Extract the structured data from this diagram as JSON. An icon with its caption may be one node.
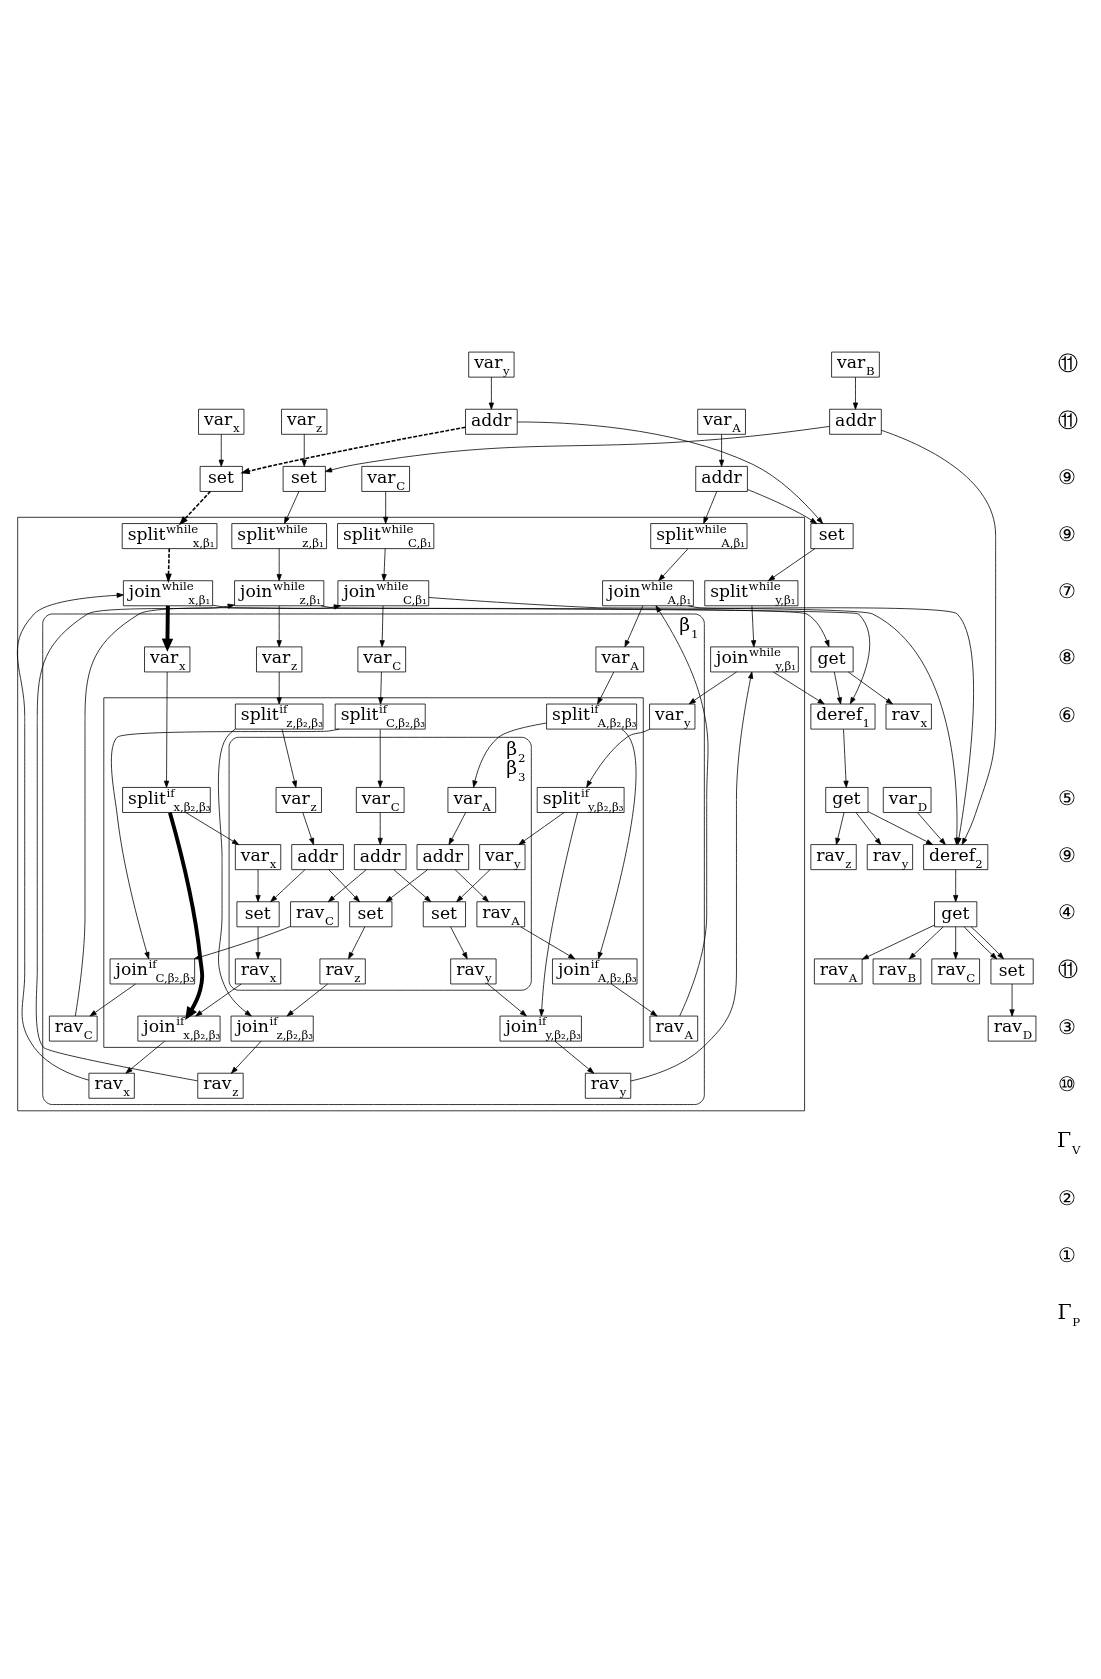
{
  "diagram": {
    "nodes": [
      {
        "text": [
          "var$_{x}$"
        ]
      },
      {
        "text": [
          "var$_{y}$"
        ]
      },
      {
        "text": [
          "var$_{z}$"
        ]
      },
      {
        "text": [
          "var$_{A}$"
        ]
      },
      {
        "text": [
          "var$_{B}$"
        ]
      },
      {
        "text": [
          "var$_{C}$"
        ]
      },
      {
        "text": [
          "var$_{D}$"
        ]
      },
      {
        "text": [
          "set"
        ]
      },
      {
        "text": [
          "addr"
        ]
      },
      {
        "text": [
          "set"
        ]
      },
      {
        "text": [
          "set"
        ]
      },
      {
        "text": [
          "addr"
        ]
      },
      {
        "text": [
          "addr"
        ]
      },
      {
        "text": [],
        "shape": "box"
      },
      {
        "text": [
          "split$^{while}$$_{x,β₁}$"
        ],
        "in": 13
      },
      {
        "text": [
          "split$^{while}$$_{y,β₁}$"
        ],
        "in": 13
      },
      {
        "text": [
          "split$^{while}$$_{z,β₁}$"
        ],
        "in": 13
      },
      {
        "text": [
          "split$^{while}$$_{A,β₁}$"
        ],
        "in": 13
      },
      {
        "text": [
          "split$^{while}$$_{C,β₁}$"
        ],
        "in": 13
      },
      {
        "text": [
          "β$_{1}$"
        ],
        "in": 13
      },
      {
        "text": [
          "var$_{x}$"
        ],
        "in": 19
      },
      {
        "text": [
          "var$_{y}$"
        ],
        "in": 19
      },
      {
        "text": [
          "var$_{z}$"
        ],
        "in": 19
      },
      {
        "text": [
          "var$_{A}$"
        ],
        "in": 19
      },
      {
        "text": [
          "var$_{C}$"
        ],
        "in": 19
      },
      {
        "text": [],
        "shape": "box",
        "in": 19
      },
      {
        "text": [
          "split$^{if}$$_{x,β₂,β₃}$"
        ],
        "in": 25
      },
      {
        "text": [
          "split$^{if}$$_{y,β₂,β₃}$"
        ],
        "in": 25
      },
      {
        "text": [
          "split$^{if}$$_{z,β₂,β₃}$"
        ],
        "in": 25
      },
      {
        "text": [
          "split$^{if}$$_{A,β₂,β₃}$"
        ],
        "in": 25
      },
      {
        "text": [
          "split$^{if}$$_{C,β₂,β₃}$"
        ],
        "in": 25
      },
      {
        "text": [
          "β$_{2}$",
          "β$_{3}$"
        ],
        "in": 25
      },
      {
        "text": [
          "var$_{x}$"
        ],
        "in": 31
      },
      {
        "text": [
          "var$_{y}$"
        ],
        "in": 31
      },
      {
        "text": [
          "var$_{z}$"
        ],
        "in": 31
      },
      {
        "text": [
          "var$_{A}$"
        ],
        "in": 31
      },
      {
        "text": [
          "var$_{C}$"
        ],
        "in": 31
      },
      {
        "text": [
          "set"
        ],
        "in": 31
      },
      {
        "text": [
          "addr"
        ],
        "in": 31
      },
      {
        "text": [
          "set"
        ],
        "in": 31
      },
      {
        "text": [
          "set"
        ],
        "in": 31
      },
      {
        "text": [
          "addr"
        ],
        "in": 31
      },
      {
        "text": [
          "addr"
        ],
        "in": 31
      },
      {
        "text": [
          "rav$_{x}$"
        ],
        "in": 31
      },
      {
        "text": [
          "rav$_{y}$"
        ],
        "in": 31
      },
      {
        "text": [
          "rav$_{z}$"
        ],
        "in": 31
      },
      {
        "text": [
          "rav$_{A}$"
        ],
        "in": 31
      },
      {
        "text": [
          "rav$_{C}$"
        ],
        "in": 31
      },
      {
        "text": [
          "join$^{if}$$_{x,β₂,β₃}$"
        ],
        "in": 25
      },
      {
        "text": [
          "join$^{if}$$_{y,β₂,β₃}$"
        ],
        "in": 25
      },
      {
        "text": [
          "join$^{if}$$_{z,β₂,β₃}$"
        ],
        "in": 25
      },
      {
        "text": [
          "join$^{if}$$_{A,β₂,β₃}$"
        ],
        "in": 25
      },
      {
        "text": [
          "join$^{if}$$_{C,β₂,β₃}$"
        ],
        "in": 25
      },
      {
        "text": [
          "rav$_{x}$"
        ],
        "in": 19
      },
      {
        "text": [
          "rav$_{y}$"
        ],
        "in": 19
      },
      {
        "text": [
          "rav$_{z}$"
        ],
        "in": 19
      },
      {
        "text": [
          "rav$_{A}$"
        ],
        "in": 19
      },
      {
        "text": [
          "rav$_{C}$"
        ],
        "in": 19
      },
      {
        "text": [
          "join$^{while}$$_{x,β₁}$"
        ],
        "in": 13
      },
      {
        "text": [
          "join$^{while}$$_{y,β₁}$"
        ],
        "in": 13
      },
      {
        "text": [
          "join$^{while}$$_{z,β₁}$"
        ],
        "in": 13
      },
      {
        "text": [
          "join$^{while}$$_{A,β₁}$"
        ],
        "in": 13
      },
      {
        "text": [
          "join$^{while}$$_{C,β₁}$"
        ],
        "in": 13
      },
      {
        "text": [
          "get"
        ]
      },
      {
        "text": [
          "deref$_{1}$"
        ]
      },
      {
        "text": [
          "get"
        ]
      },
      {
        "text": [
          "deref$_{2}$"
        ]
      },
      {
        "text": [
          "get"
        ]
      },
      {
        "text": [
          "set"
        ]
      },
      {
        "text": [
          "rav$_{x}$"
        ]
      },
      {
        "text": [
          "rav$_{y}$"
        ]
      },
      {
        "text": [
          "rav$_{z}$"
        ]
      },
      {
        "text": [
          "rav$_{A}$"
        ]
      },
      {
        "text": [
          "rav$_{B}$"
        ]
      },
      {
        "text": [
          "rav$_{C}$"
        ]
      },
      {
        "text": [
          "rav$_{D}$"
        ]
      }
    ],
    "edges": [
      {
        "from": 0,
        "to": 7,
        "arrow": "to"
      },
      {
        "from": 1,
        "to": 8,
        "arrow": "to"
      },
      {
        "from": 8,
        "to": 7,
        "arrow": "to",
        "style": "dashed"
      },
      {
        "from": 2,
        "to": 10,
        "arrow": "to"
      },
      {
        "from": 3,
        "to": 11,
        "arrow": "to"
      },
      {
        "from": 4,
        "to": 12,
        "arrow": "to"
      },
      {
        "from": 8,
        "to": 9,
        "arrow": "to"
      },
      {
        "from": 11,
        "to": 9,
        "arrow": "to"
      },
      {
        "from": 12,
        "to": 10,
        "arrow": "to"
      },
      {
        "from": 5,
        "to": 18,
        "arrow": "to"
      },
      {
        "from": 6,
        "to": 66,
        "arrow": "to"
      },
      {
        "from": 7,
        "to": 14,
        "arrow": "to",
        "style": "dashed"
      },
      {
        "from": 9,
        "to": 15,
        "arrow": "to"
      },
      {
        "from": 10,
        "to": 16,
        "arrow": "to"
      },
      {
        "from": 11,
        "to": 17,
        "arrow": "to"
      },
      {
        "from": 12,
        "to": 66,
        "arrow": "to"
      },
      {
        "from": 14,
        "to": 58,
        "arrow": "to",
        "style": "dashed"
      },
      {
        "from": 15,
        "to": 59,
        "arrow": "to"
      },
      {
        "from": 16,
        "to": 60,
        "arrow": "to"
      },
      {
        "from": 17,
        "to": 61,
        "arrow": "to"
      },
      {
        "from": 18,
        "to": 62,
        "arrow": "to"
      },
      {
        "from": 58,
        "to": 20,
        "arrow": "to",
        "style": "thick"
      },
      {
        "from": 59,
        "to": 21,
        "arrow": "to"
      },
      {
        "from": 60,
        "to": 22,
        "arrow": "to"
      },
      {
        "from": 61,
        "to": 23,
        "arrow": "to"
      },
      {
        "from": 62,
        "to": 24,
        "arrow": "to"
      },
      {
        "from": 20,
        "to": 26,
        "arrow": "to"
      },
      {
        "from": 21,
        "to": 27,
        "arrow": "to"
      },
      {
        "from": 22,
        "to": 28,
        "arrow": "to"
      },
      {
        "from": 23,
        "to": 29,
        "arrow": "to"
      },
      {
        "from": 24,
        "to": 30,
        "arrow": "to"
      },
      {
        "from": 26,
        "to": 32,
        "arrow": "to"
      },
      {
        "from": 27,
        "to": 33,
        "arrow": "to"
      },
      {
        "from": 28,
        "to": 34,
        "arrow": "to"
      },
      {
        "from": 29,
        "to": 35,
        "arrow": "to"
      },
      {
        "from": 30,
        "to": 36,
        "arrow": "to"
      },
      {
        "from": 26,
        "to": 48,
        "arrow": "to",
        "style": "thick"
      },
      {
        "from": 27,
        "to": 49,
        "arrow": "to"
      },
      {
        "from": 28,
        "to": 50,
        "arrow": "to"
      },
      {
        "from": 29,
        "to": 51,
        "arrow": "to"
      },
      {
        "from": 30,
        "to": 52,
        "arrow": "to"
      },
      {
        "from": 32,
        "to": 37,
        "arrow": "to"
      },
      {
        "from": 34,
        "to": 38,
        "arrow": "to"
      },
      {
        "from": 38,
        "to": 37,
        "arrow": "to"
      },
      {
        "from": 38,
        "to": 40,
        "arrow": "to"
      },
      {
        "from": 33,
        "to": 39,
        "arrow": "to"
      },
      {
        "from": 35,
        "to": 41,
        "arrow": "to"
      },
      {
        "from": 36,
        "to": 42,
        "arrow": "to"
      },
      {
        "from": 41,
        "to": 40,
        "arrow": "to"
      },
      {
        "from": 42,
        "to": 39,
        "arrow": "to"
      },
      {
        "from": 37,
        "to": 43,
        "arrow": "to"
      },
      {
        "from": 39,
        "to": 44,
        "arrow": "to"
      },
      {
        "from": 40,
        "to": 45,
        "arrow": "to"
      },
      {
        "from": 41,
        "to": 46,
        "arrow": "to"
      },
      {
        "from": 42,
        "to": 47,
        "arrow": "to"
      },
      {
        "from": 43,
        "to": 48,
        "arrow": "to"
      },
      {
        "from": 44,
        "to": 49,
        "arrow": "to"
      },
      {
        "from": 45,
        "to": 50,
        "arrow": "to"
      },
      {
        "from": 46,
        "to": 51,
        "arrow": "to"
      },
      {
        "from": 47,
        "to": 52,
        "arrow": "to"
      },
      {
        "from": 48,
        "to": 53,
        "arrow": "to"
      },
      {
        "from": 49,
        "to": 54,
        "arrow": "to"
      },
      {
        "from": 50,
        "to": 55,
        "arrow": "to"
      },
      {
        "from": 51,
        "to": 56,
        "arrow": "to"
      },
      {
        "from": 52,
        "to": 57,
        "arrow": "to"
      },
      {
        "from": 53,
        "to": 58,
        "arrow": "to"
      },
      {
        "from": 54,
        "to": 59,
        "arrow": "to"
      },
      {
        "from": 55,
        "to": 60,
        "arrow": "to"
      },
      {
        "from": 56,
        "to": 61,
        "arrow": "to"
      },
      {
        "from": 57,
        "to": 62,
        "arrow": "to"
      },
      {
        "from": 58,
        "to": 63,
        "arrow": "to"
      },
      {
        "from": 59,
        "to": 64,
        "arrow": "to"
      },
      {
        "from": 60,
        "to": 64,
        "arrow": "to"
      },
      {
        "from": 63,
        "to": 64,
        "arrow": "to"
      },
      {
        "from": 61,
        "to": 66,
        "arrow": "to"
      },
      {
        "from": 62,
        "to": 66,
        "arrow": "to"
      },
      {
        "from": 64,
        "to": 65,
        "arrow": "to"
      },
      {
        "from": 65,
        "to": 66,
        "arrow": "to"
      },
      {
        "from": 66,
        "to": 67,
        "arrow": "to"
      },
      {
        "from": 67,
        "to": 68,
        "arrow": "to"
      },
      {
        "from": 67,
        "to": 68,
        "arrow": "to"
      },
      {
        "from": 63,
        "to": 69,
        "arrow": "to"
      },
      {
        "from": 65,
        "to": 70,
        "arrow": "to"
      },
      {
        "from": 65,
        "to": 71,
        "arrow": "to"
      },
      {
        "from": 67,
        "to": 72,
        "arrow": "to"
      },
      {
        "from": 67,
        "to": 73,
        "arrow": "to"
      },
      {
        "from": 67,
        "to": 74,
        "arrow": "to"
      },
      {
        "from": 68,
        "to": 75,
        "arrow": "to"
      }
    ],
    "labels": [
      "⑪",
      "⑪",
      "⑨",
      "⑨",
      "⑦",
      "⑧",
      "⑥",
      "⑤",
      "⑨",
      "④",
      "⑪",
      "③",
      "⑩",
      "Γ$_{V}$",
      "②",
      "①",
      "Γ$_{P}$"
    ]
  }
}
